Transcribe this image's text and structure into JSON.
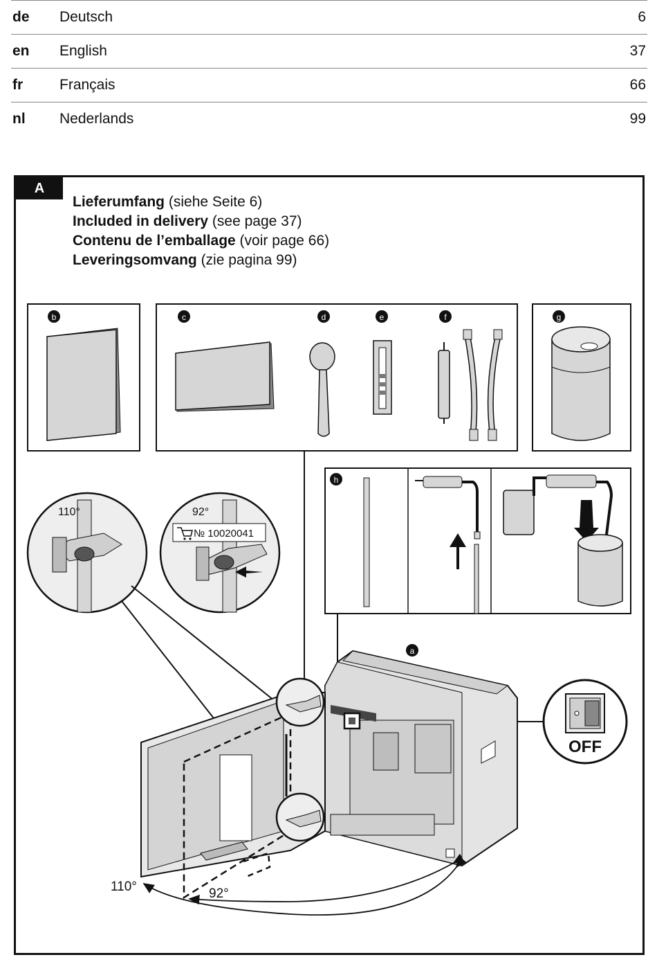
{
  "toc": [
    {
      "code": "de",
      "language": "Deutsch",
      "page": "6"
    },
    {
      "code": "en",
      "language": "English",
      "page": "37"
    },
    {
      "code": "fr",
      "language": "Français",
      "page": "66"
    },
    {
      "code": "nl",
      "language": "Nederlands",
      "page": "99"
    }
  ],
  "figure": {
    "tag": "A",
    "headings": [
      {
        "bold": "Lieferumfang",
        "rest": " (siehe Seite 6)"
      },
      {
        "bold": "Included in delivery",
        "rest": " (see page 37)"
      },
      {
        "bold": "Contenu de l’emballage",
        "rest": " (voir page 66)"
      },
      {
        "bold": "Leveringsomvang",
        "rest": " (zie pagina 99)"
      }
    ],
    "markers": {
      "a": "a",
      "b": "b",
      "c": "c",
      "d": "d",
      "e": "e",
      "f": "f",
      "g": "g",
      "h": "h"
    },
    "angle_110": "110°",
    "angle_92": "92°",
    "part_number": "№ 10020041",
    "switch_label": "OFF"
  }
}
